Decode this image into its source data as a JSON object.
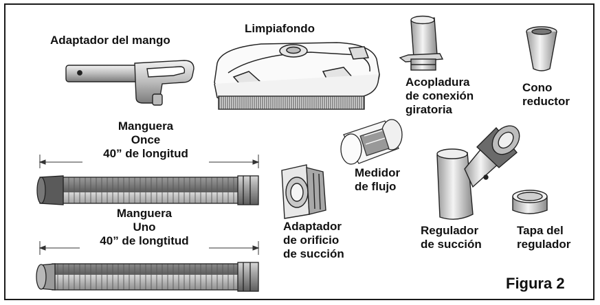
{
  "parts": {
    "handle_adapter": "Adaptador del mango",
    "cleaner": "Limpiafondo",
    "swivel": [
      "Acopladura",
      "de conexión",
      "giratoria"
    ],
    "reducer_cone": [
      "Cono",
      "reductor"
    ],
    "hose_eleven": {
      "name": [
        "Manguera",
        "Once"
      ],
      "length": "40” de longitud"
    },
    "hose_one": {
      "name": [
        "Manguera",
        "Uno"
      ],
      "length": "40” de longtitud"
    },
    "flow_meter": [
      "Medidor",
      "de flujo"
    ],
    "suction_adapter": [
      "Adaptador",
      "de orificio",
      "de succión"
    ],
    "suction_regulator": [
      "Regulador",
      "de succión"
    ],
    "regulator_cap": [
      "Tapa del",
      "regulador"
    ]
  },
  "figure_label": "Figura 2"
}
